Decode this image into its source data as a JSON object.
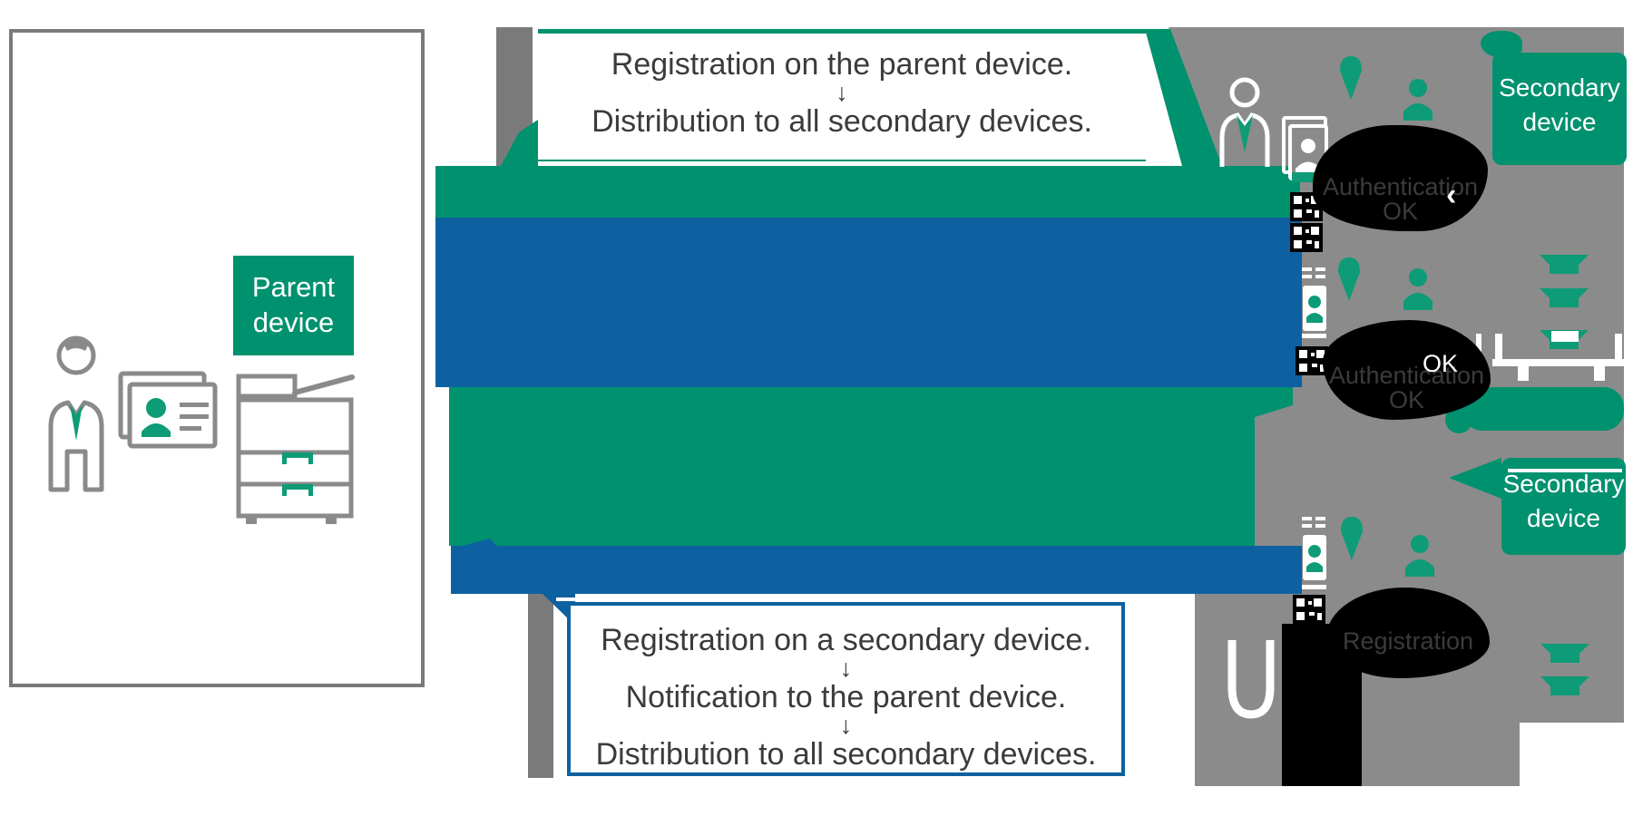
{
  "colors": {
    "green": "#00916F",
    "icon_green": "#0E9B77",
    "blue": "#0E61A1",
    "panel_gray": "#8B8B8B",
    "strip_gray": "#7A7A7A",
    "outline_gray": "#8A8A8A",
    "text_dark": "#3B3B3B",
    "bubble_black": "#000000"
  },
  "left_panel": {
    "parent_label": {
      "line1": "Parent",
      "line2": "device"
    }
  },
  "flow": {
    "top_box": {
      "line1": "Registration on the parent device.",
      "arrow": "↓",
      "line2": "Distribution to all secondary devices."
    },
    "bottom_box": {
      "line1": "Registration on a secondary device.",
      "arrow1": "↓",
      "line2": "Notification to the parent device.",
      "arrow2": "↓",
      "line3": "Distribution to all secondary devices."
    }
  },
  "right_panel": {
    "tags": {
      "top": {
        "line1": "Secondary",
        "line2": "device"
      },
      "bottom": {
        "line1": "Secondary",
        "line2": "device"
      }
    },
    "bubbles": {
      "auth_top": {
        "line1": "Authentication",
        "line2": "OK",
        "chevron": "‹"
      },
      "auth_mid": {
        "ok_white": "OK",
        "line1": "Authentication",
        "line2": "OK"
      },
      "registration": {
        "line1": "Registration"
      }
    }
  }
}
